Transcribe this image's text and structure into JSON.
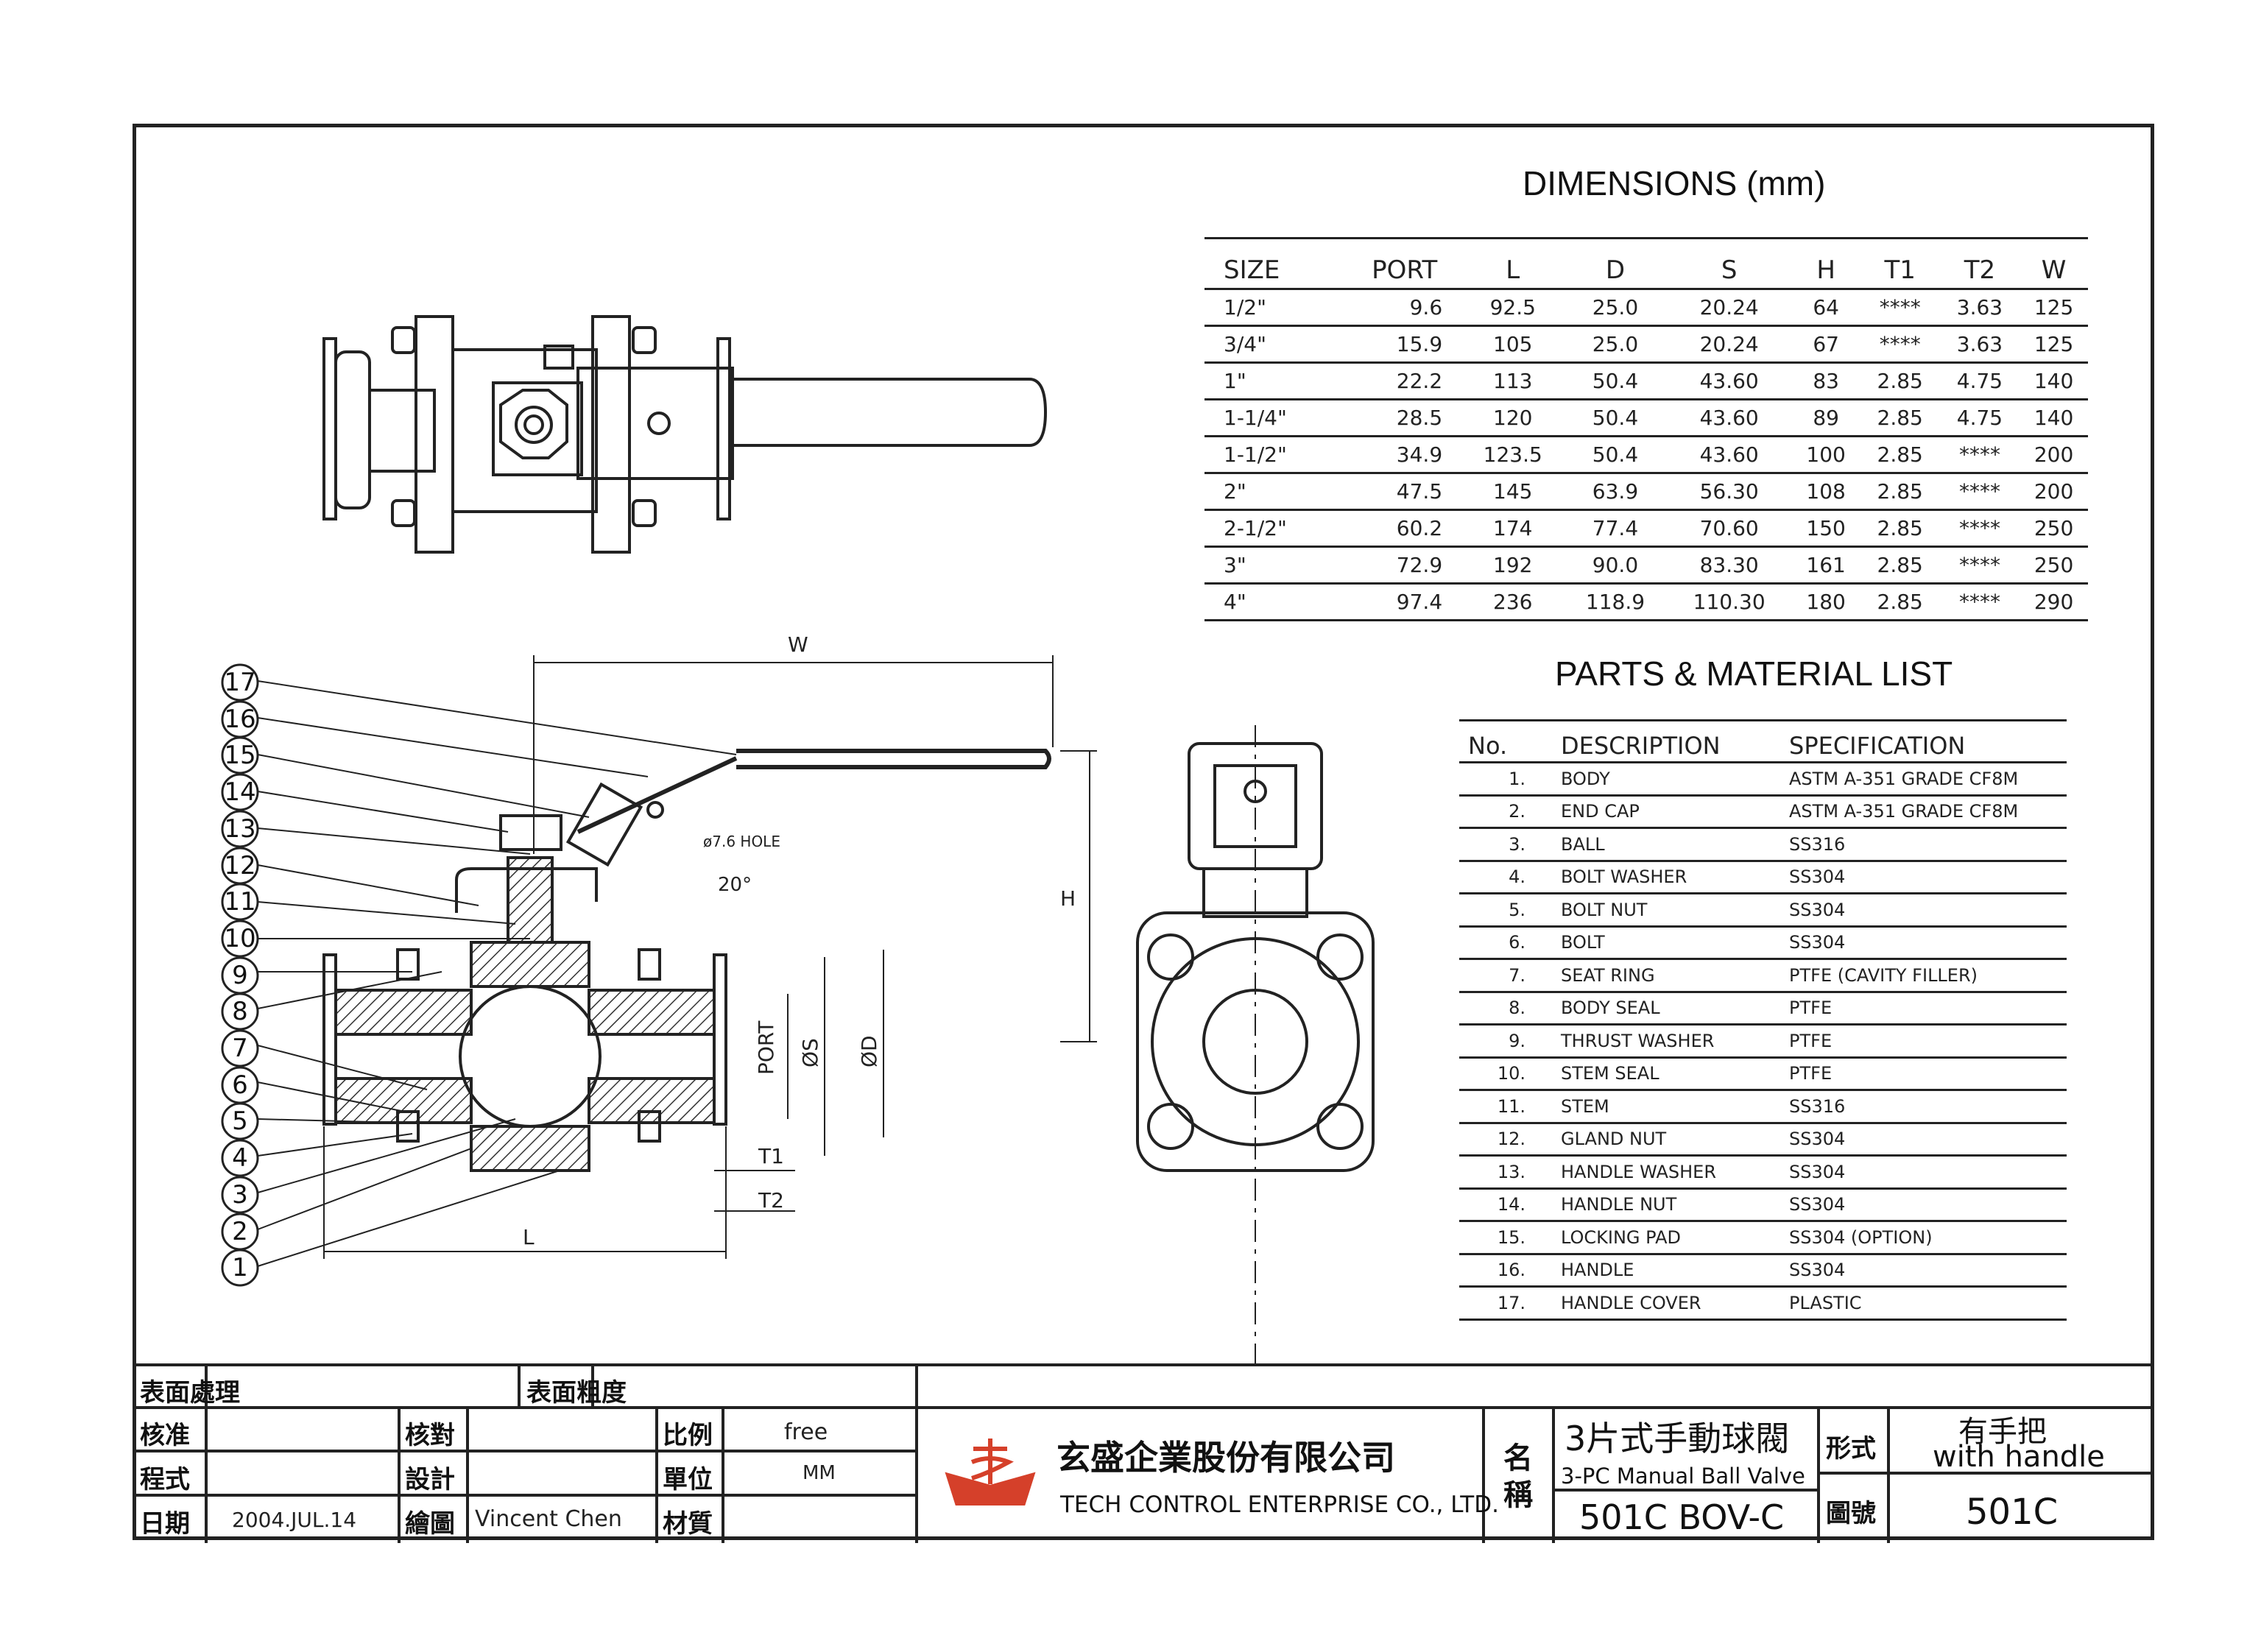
{
  "dimensions": {
    "title": "DIMENSIONS (mm)",
    "headers": [
      "SIZE",
      "PORT",
      "L",
      "D",
      "S",
      "H",
      "T1",
      "T2",
      "W"
    ],
    "rows": [
      [
        "1/2\"",
        "9.6",
        "92.5",
        "25.0",
        "20.24",
        "64",
        "****",
        "3.63",
        "125"
      ],
      [
        "3/4\"",
        "15.9",
        "105",
        "25.0",
        "20.24",
        "67",
        "****",
        "3.63",
        "125"
      ],
      [
        "1\"",
        "22.2",
        "113",
        "50.4",
        "43.60",
        "83",
        "2.85",
        "4.75",
        "140"
      ],
      [
        "1-1/4\"",
        "28.5",
        "120",
        "50.4",
        "43.60",
        "89",
        "2.85",
        "4.75",
        "140"
      ],
      [
        "1-1/2\"",
        "34.9",
        "123.5",
        "50.4",
        "43.60",
        "100",
        "2.85",
        "****",
        "200"
      ],
      [
        "2\"",
        "47.5",
        "145",
        "63.9",
        "56.30",
        "108",
        "2.85",
        "****",
        "200"
      ],
      [
        "2-1/2\"",
        "60.2",
        "174",
        "77.4",
        "70.60",
        "150",
        "2.85",
        "****",
        "250"
      ],
      [
        "3\"",
        "72.9",
        "192",
        "90.0",
        "83.30",
        "161",
        "2.85",
        "****",
        "250"
      ],
      [
        "4\"",
        "97.4",
        "236",
        "118.9",
        "110.30",
        "180",
        "2.85",
        "****",
        "290"
      ]
    ]
  },
  "parts": {
    "title": "PARTS & MATERIAL LIST",
    "headers": [
      "No.",
      "DESCRIPTION",
      "SPECIFICATION"
    ],
    "rows": [
      [
        "1.",
        "BODY",
        "ASTM A-351 GRADE CF8M"
      ],
      [
        "2.",
        "END CAP",
        "ASTM A-351 GRADE CF8M"
      ],
      [
        "3.",
        "BALL",
        "SS316"
      ],
      [
        "4.",
        "BOLT WASHER",
        "SS304"
      ],
      [
        "5.",
        "BOLT NUT",
        "SS304"
      ],
      [
        "6.",
        "BOLT",
        "SS304"
      ],
      [
        "7.",
        "SEAT RING",
        "PTFE (CAVITY FILLER)"
      ],
      [
        "8.",
        "BODY SEAL",
        "PTFE"
      ],
      [
        "9.",
        "THRUST WASHER",
        "PTFE"
      ],
      [
        "10.",
        "STEM SEAL",
        "PTFE"
      ],
      [
        "11.",
        "STEM",
        "SS316"
      ],
      [
        "12.",
        "GLAND NUT",
        "SS304"
      ],
      [
        "13.",
        "HANDLE WASHER",
        "SS304"
      ],
      [
        "14.",
        "HANDLE NUT",
        "SS304"
      ],
      [
        "15.",
        "LOCKING PAD",
        "SS304 (OPTION)"
      ],
      [
        "16.",
        "HANDLE",
        "SS304"
      ],
      [
        "17.",
        "HANDLE COVER",
        "PLASTIC"
      ]
    ]
  },
  "drawing": {
    "balloons": [
      "17",
      "16",
      "15",
      "14",
      "13",
      "12",
      "11",
      "10",
      "9",
      "8",
      "7",
      "6",
      "5",
      "4",
      "3",
      "2",
      "1"
    ],
    "dim_W": "W",
    "dim_H": "H",
    "dim_L": "L",
    "dim_T1": "T1",
    "dim_T2": "T2",
    "dim_port": "PORT",
    "dim_S": "ØS",
    "dim_D": "ØD",
    "hole_note": "ø7.6 HOLE",
    "angle_note": "20°"
  },
  "title_block": {
    "surface_treatment_label": "表面處理",
    "surface_treatment_value": "",
    "roughness_label": "表面粗度",
    "roughness_value": "",
    "approved_label": "核准",
    "approved_value": "",
    "checked_label": "核對",
    "checked_value": "",
    "scale_label": "比例",
    "scale_value": "free",
    "program_label": "程式",
    "program_value": "",
    "design_label": "設計",
    "design_value": "",
    "unit_label": "單位",
    "unit_value": "MM",
    "date_label": "日期",
    "date_value": "2004.JUL.14",
    "drawn_label": "繪圖",
    "drawn_value": "Vincent Chen",
    "material_label": "材質",
    "material_value": "",
    "company_cn": "玄盛企業股份有限公司",
    "company_en": "TECH CONTROL ENTERPRISE CO., LTD.",
    "name_label": "名稱",
    "name_cn": "3片式手動球閥",
    "name_en": "3-PC Manual Ball Valve",
    "model": "501C  BOV-C",
    "type_label": "形式",
    "type_cn": "有手把",
    "type_en": "with handle",
    "drawing_no_label": "圖號",
    "drawing_no": "501C",
    "logo_color": "#d5402a"
  }
}
